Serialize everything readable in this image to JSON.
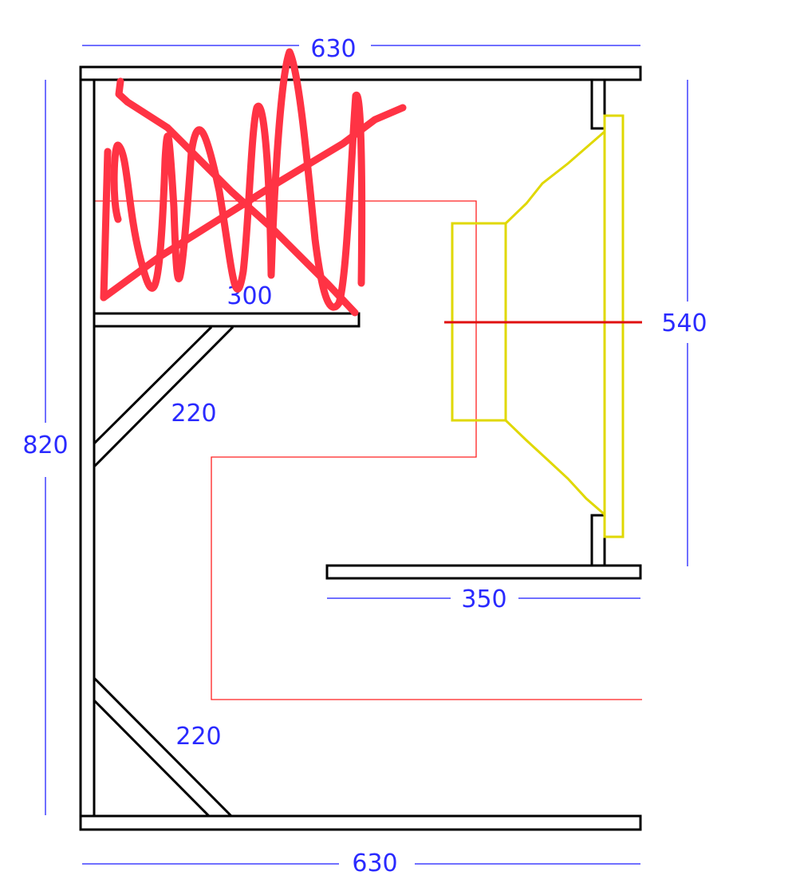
{
  "dimensions": {
    "top_width": "630",
    "bottom_width": "630",
    "height": "820",
    "baffle_height": "540",
    "lower_shelf": "350",
    "upper_shelf": "300",
    "upper_brace": "220",
    "lower_brace": "220"
  },
  "colors": {
    "panel": "#000000",
    "dimension": "#2a2aff",
    "path": "#ff2020",
    "speaker": "#e0d800",
    "scribble": "#ff3344"
  }
}
